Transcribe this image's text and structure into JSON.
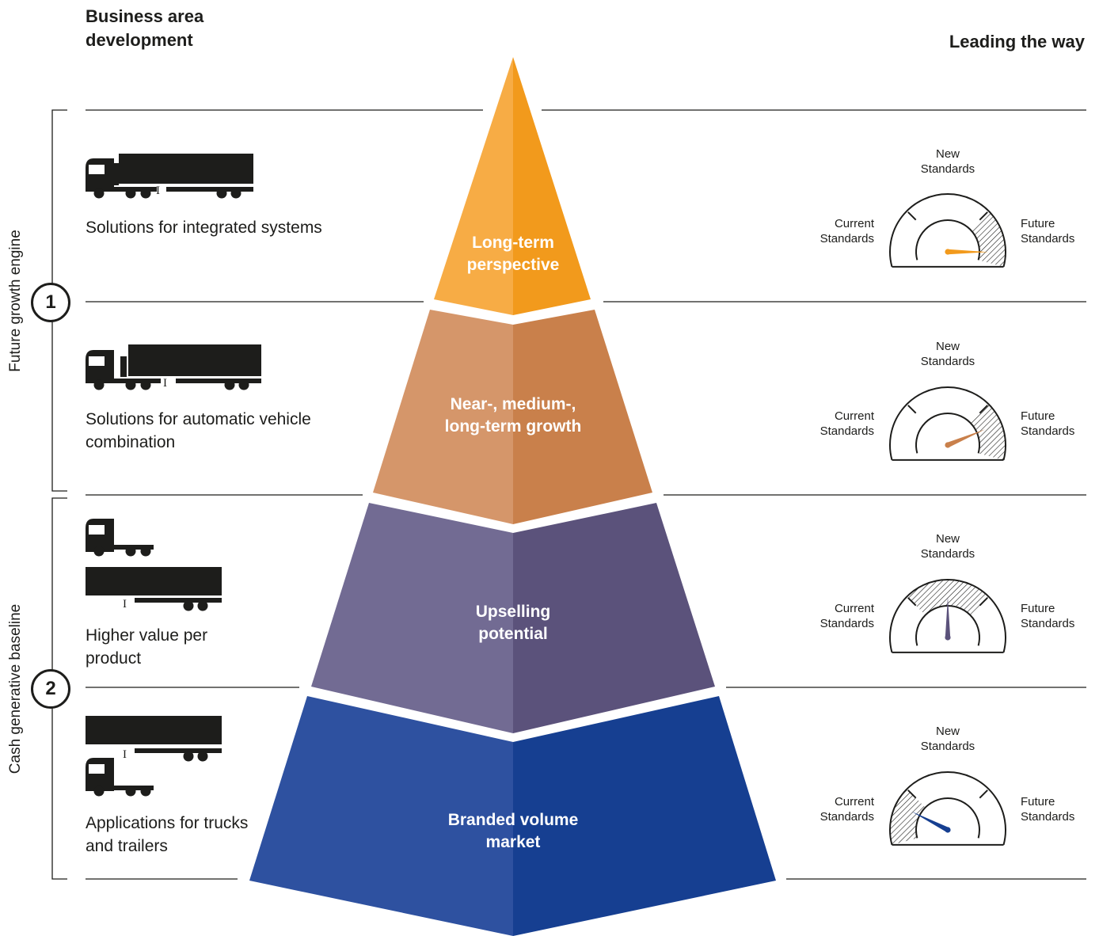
{
  "header": {
    "left_title": "Business area development",
    "right_title": "Leading the way"
  },
  "groups": [
    {
      "label": "Future growth engine",
      "number": "1"
    },
    {
      "label": "Cash generative baseline",
      "number": "2"
    }
  ],
  "rows": [
    {
      "label": "Solutions for integrated systems",
      "pyramid_label": "Long-term perspective",
      "gauge": {
        "needle_level": 0.93,
        "highlight": "future"
      }
    },
    {
      "label": "Solutions for automatic vehicle combination",
      "pyramid_label": "Near-, medium-, long-term growth",
      "gauge": {
        "needle_level": 0.82,
        "highlight": "future"
      }
    },
    {
      "label": "Higher value per product",
      "pyramid_label": "Upselling potential",
      "gauge": {
        "needle_level": 0.5,
        "highlight": "new"
      }
    },
    {
      "label": "Applications for trucks and trailers",
      "pyramid_label": "Branded volume market",
      "gauge": {
        "needle_level": 0.2,
        "highlight": "current"
      }
    }
  ],
  "gauge_labels": {
    "top": "New Standards",
    "left": "Current Standards",
    "right": "Future Standards"
  },
  "colors": {
    "tier1_light": "#f7ac45",
    "tier1_dark": "#f29a1c",
    "tier2_light": "#d5966a",
    "tier2_dark": "#c9804b",
    "tier3_light": "#726b93",
    "tier3_dark": "#5b527b",
    "tier4_light": "#2e51a0",
    "tier4_dark": "#163f91",
    "needle1": "#f29a1c",
    "needle2": "#c9804b",
    "needle3": "#5b527b",
    "needle4": "#163f91",
    "ink": "#1d1d1b"
  },
  "icons": [
    "truck-trailer-icon",
    "truck-trailer-coupled-icon",
    "truck-and-trailer-icon",
    "trailer-and-truck-icon",
    "gauge-icon"
  ]
}
